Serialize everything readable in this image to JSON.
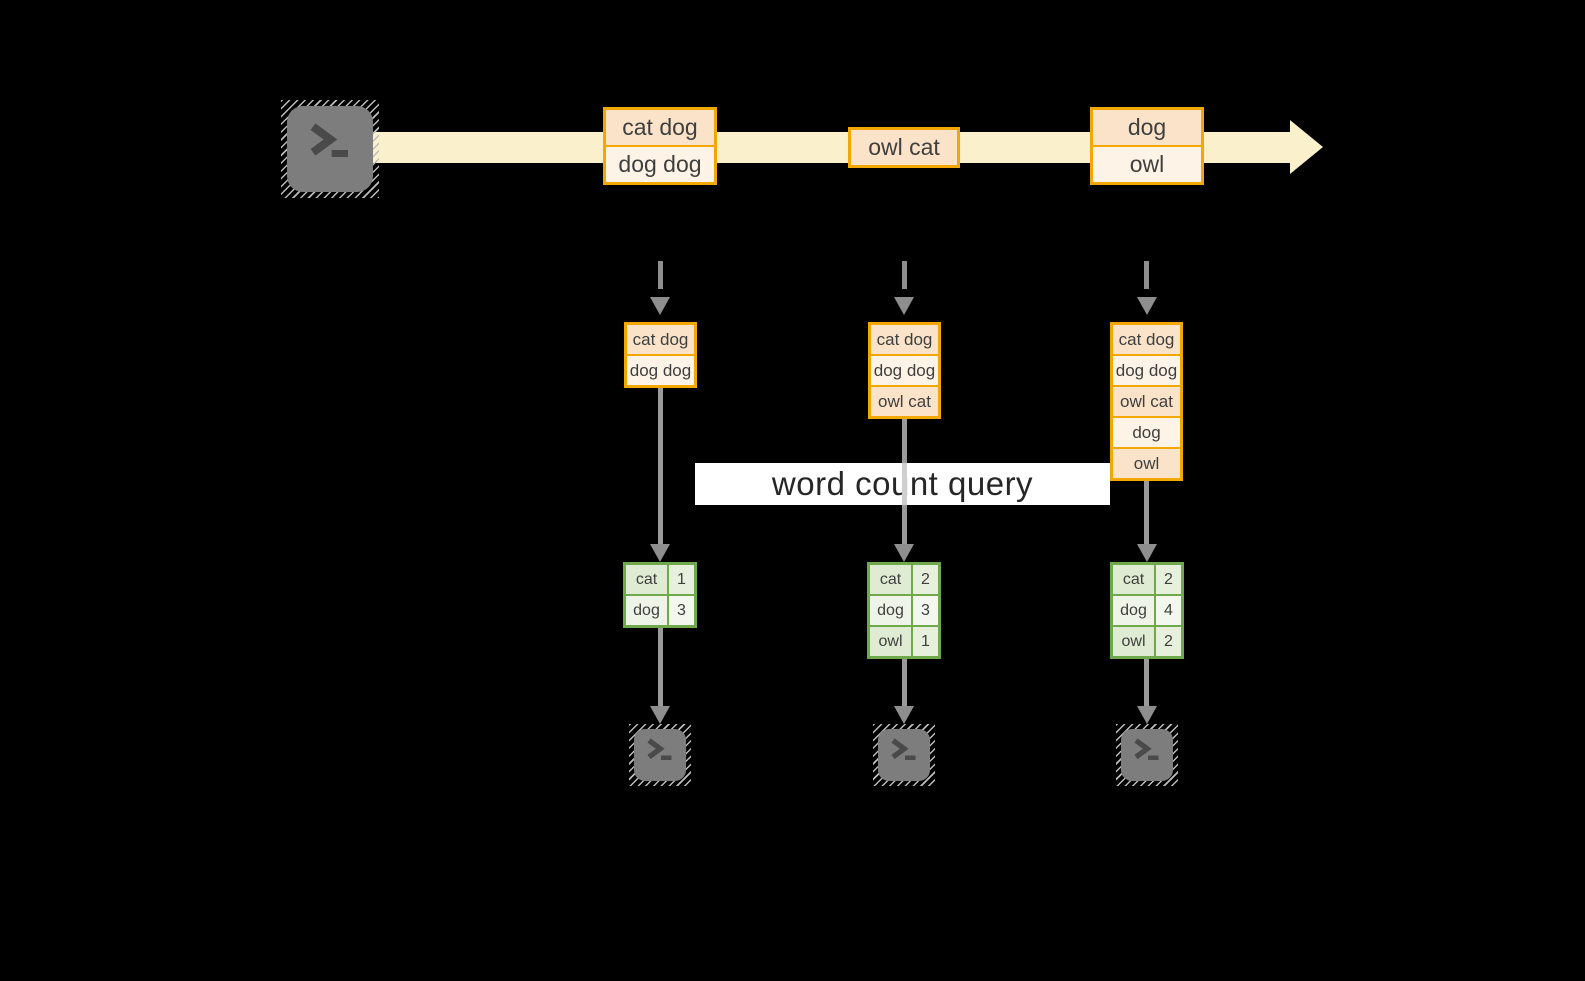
{
  "diagram": {
    "query_label": "word count query",
    "icons": {
      "source": "terminal-prompt-icon",
      "output": "terminal-prompt-icon"
    },
    "colors": {
      "background": "#000000",
      "stream_band": "#FAF0CC",
      "event_box_border": "#F2A702",
      "event_fill_dark": "#FAE3C8",
      "event_fill_light": "#FDF3E6",
      "table_border": "#70A84C",
      "table_row_dark": "#DFEBD2",
      "table_row_light": "#EEF4E7",
      "arrow_gray": "#8E8E8E",
      "terminal_gray": "#7D7D7D",
      "banner_bg": "#FFFFFF",
      "text": "#3F3F3F"
    },
    "stream_events": [
      {
        "cells": [
          "cat dog",
          "dog dog"
        ]
      },
      {
        "cells": [
          "owl cat"
        ]
      },
      {
        "cells": [
          "dog",
          "owl"
        ]
      }
    ],
    "columns": [
      {
        "state_cells": [
          "cat dog",
          "dog dog"
        ],
        "counts": [
          {
            "word": "cat",
            "count": "1"
          },
          {
            "word": "dog",
            "count": "3"
          }
        ]
      },
      {
        "state_cells": [
          "cat dog",
          "dog dog",
          "owl cat"
        ],
        "counts": [
          {
            "word": "cat",
            "count": "2"
          },
          {
            "word": "dog",
            "count": "3"
          },
          {
            "word": "owl",
            "count": "1"
          }
        ]
      },
      {
        "state_cells": [
          "cat dog",
          "dog dog",
          "owl cat",
          "dog",
          "owl"
        ],
        "counts": [
          {
            "word": "cat",
            "count": "2"
          },
          {
            "word": "dog",
            "count": "4"
          },
          {
            "word": "owl",
            "count": "2"
          }
        ]
      }
    ]
  }
}
